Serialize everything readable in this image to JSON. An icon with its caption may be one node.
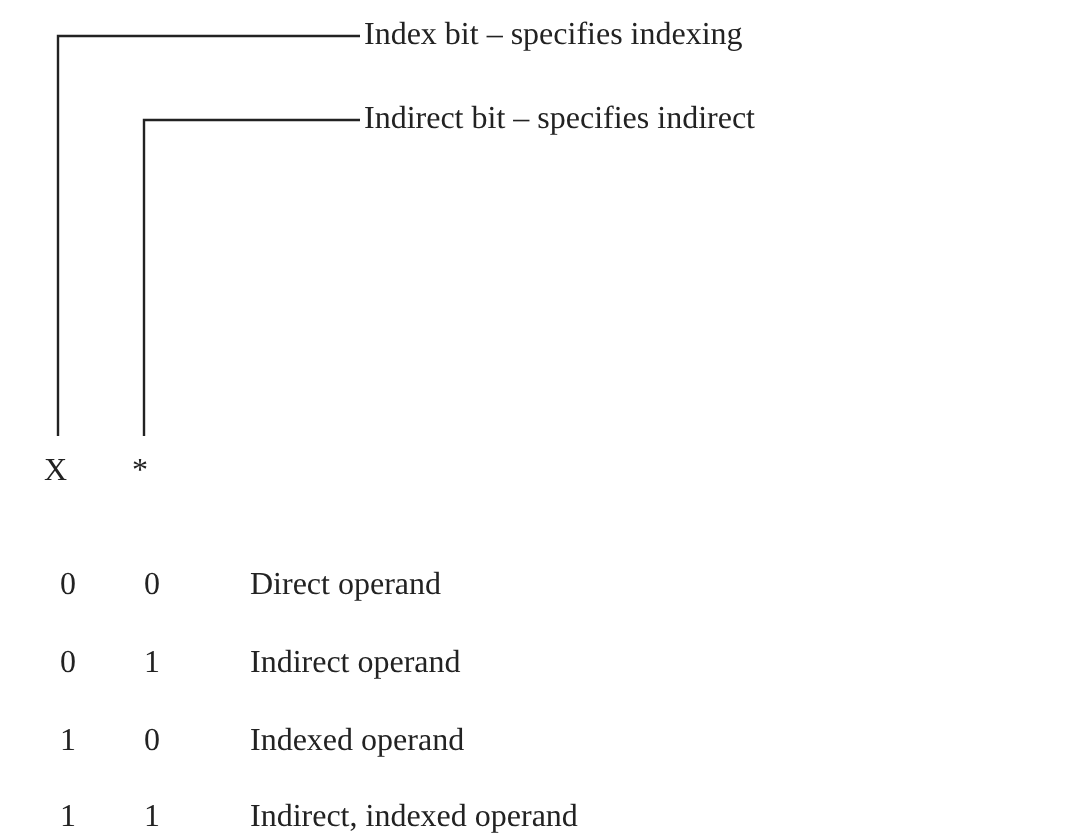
{
  "diagram": {
    "nodes": [
      {
        "text": [
          "Index bit – specifies indexing"
        ]
      },
      {
        "text": [
          "Indirect bit – specifies indirect"
        ]
      },
      {
        "text": [
          "X"
        ]
      },
      {
        "text": [
          "*"
        ]
      }
    ],
    "edges": [
      {
        "from": 0,
        "to": 2,
        "arrow": "none"
      },
      {
        "from": 1,
        "to": 3,
        "arrow": "none"
      }
    ],
    "labels": [
      "0",
      "0",
      "Direct operand",
      "0",
      "1",
      "Indirect operand",
      "1",
      "0",
      "Indexed operand",
      "1",
      "1",
      "Indirect, indexed operand"
    ]
  }
}
